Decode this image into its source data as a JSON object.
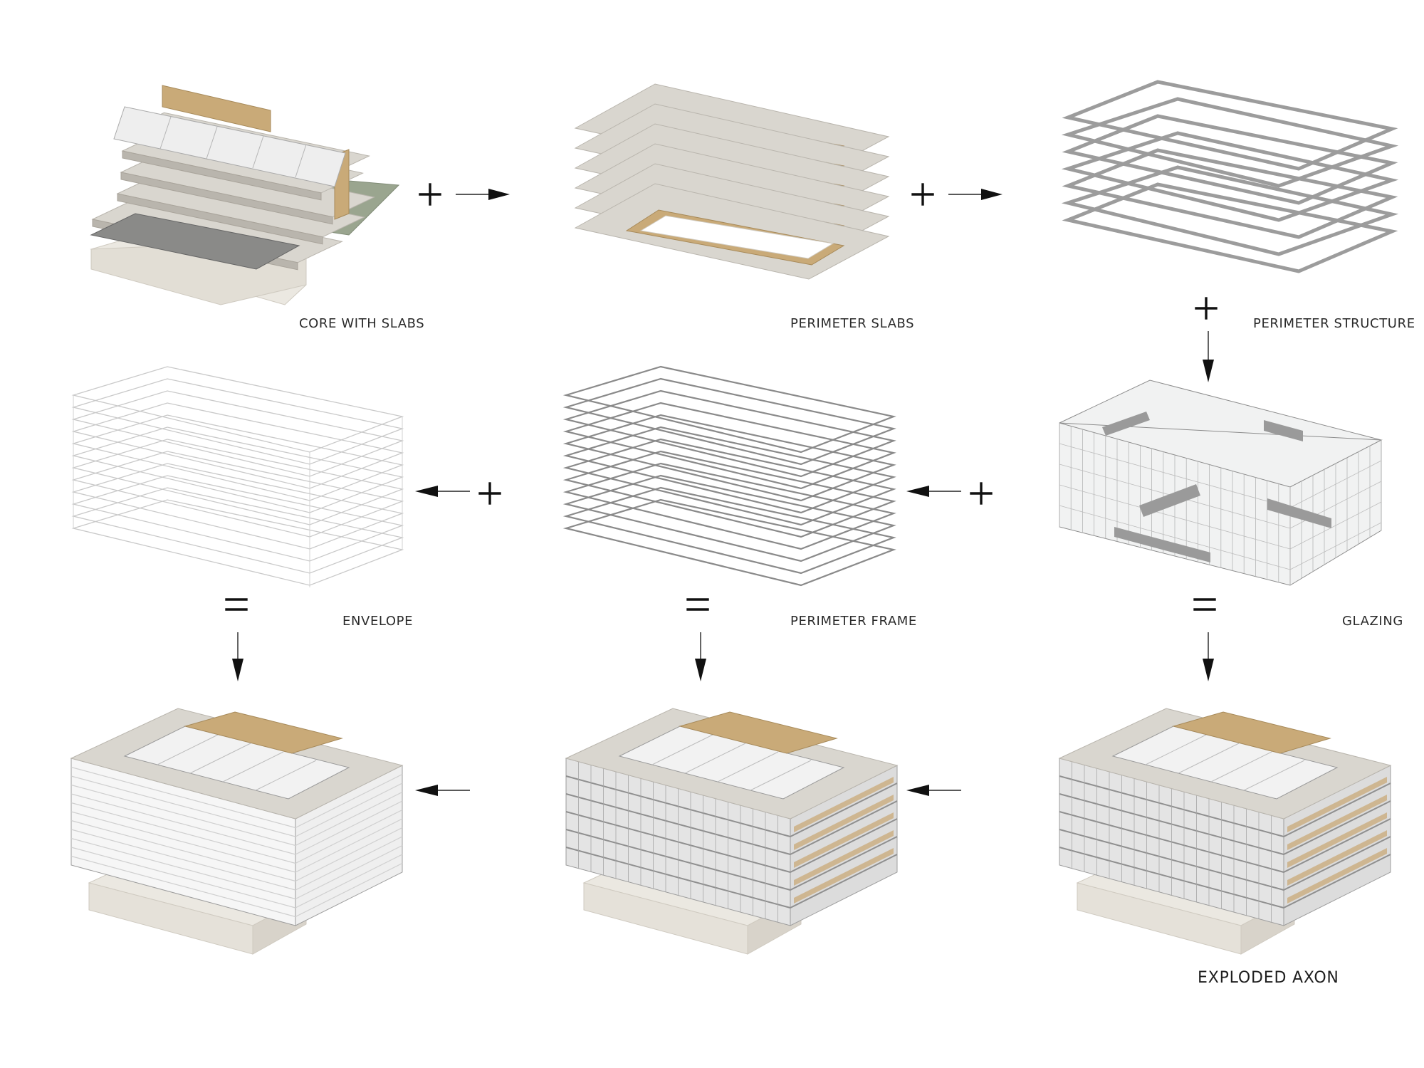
{
  "labels": {
    "core_with_slabs": "CORE WITH SLABS",
    "perimeter_slabs": "PERIMETER SLABS",
    "perimeter_structure": "PERIMETER STRUCTURE",
    "envelope": "ENVELOPE",
    "perimeter_frame": "PERIMETER FRAME",
    "glazing": "GLAZING",
    "exploded_axon": "EXPLODED AXON"
  },
  "colors": {
    "concrete": "#d9d6cf",
    "concrete_dark": "#b9b5ad",
    "wood": "#c9aa78",
    "roof_panel": "#eeeeee",
    "frame_grey": "#9c9c9c",
    "glass": "#d3d5d6",
    "base": "#ebe8e1",
    "green_roof": "#9aa58f"
  },
  "icons": [
    "plus-icon",
    "equals-icon",
    "arrow-right-icon",
    "arrow-left-icon",
    "arrow-down-icon"
  ]
}
